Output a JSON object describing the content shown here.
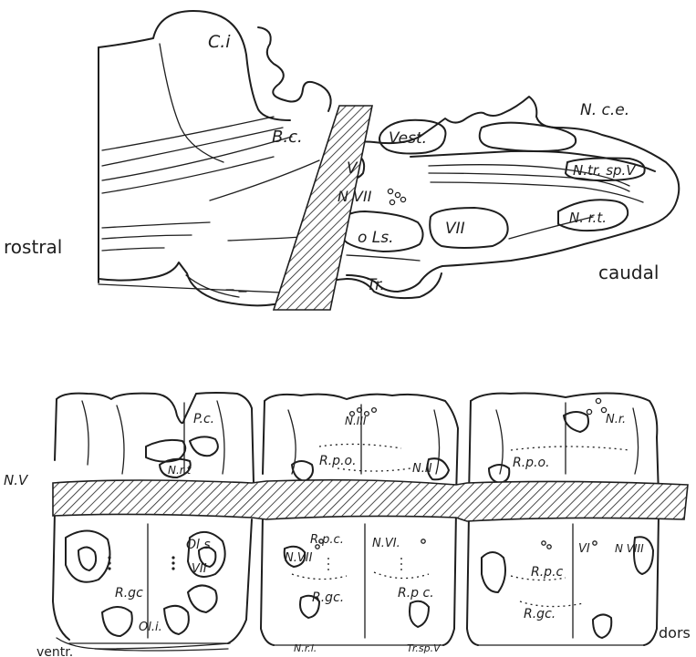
{
  "top": {
    "labels": {
      "ci": "C.i",
      "bc": "B.c.",
      "vest": "Vest.",
      "v": "V",
      "nvii": "N VII",
      "nce": "N. c.e.",
      "ntrspv": "N.tr. sp.V",
      "nrt": "N. r.t.",
      "ols": "o Ls.",
      "vii": "VII",
      "tr": "Tr."
    },
    "rostral": "rostral",
    "caudal": "caudal"
  },
  "bottom": {
    "left": {
      "nv": "N.V",
      "pc": "P.c.",
      "nrt": "N.r.t",
      "ols": "Ol s",
      "vii": "VII",
      "rgc": "R.gc",
      "oli": "Ol.i."
    },
    "middle": {
      "niii": "N.III",
      "rpo": "R.p.o.",
      "nii": "N.II",
      "nvii": "N.VII",
      "rpc1": "R.p.c.",
      "nvi": "N.VI.",
      "rpc2": "R.p c.",
      "rgc": "R.gc.",
      "nrl": "N.r.l.",
      "trspv": "Tr.sp.V"
    },
    "right": {
      "nr": "N.r.",
      "rpo": "R.p.o.",
      "vi": "VI",
      "nviii": "N VIII",
      "rpc": "R.p.c",
      "rgc": "R.gc."
    },
    "ventr": "ventr.",
    "dors": "dors"
  }
}
